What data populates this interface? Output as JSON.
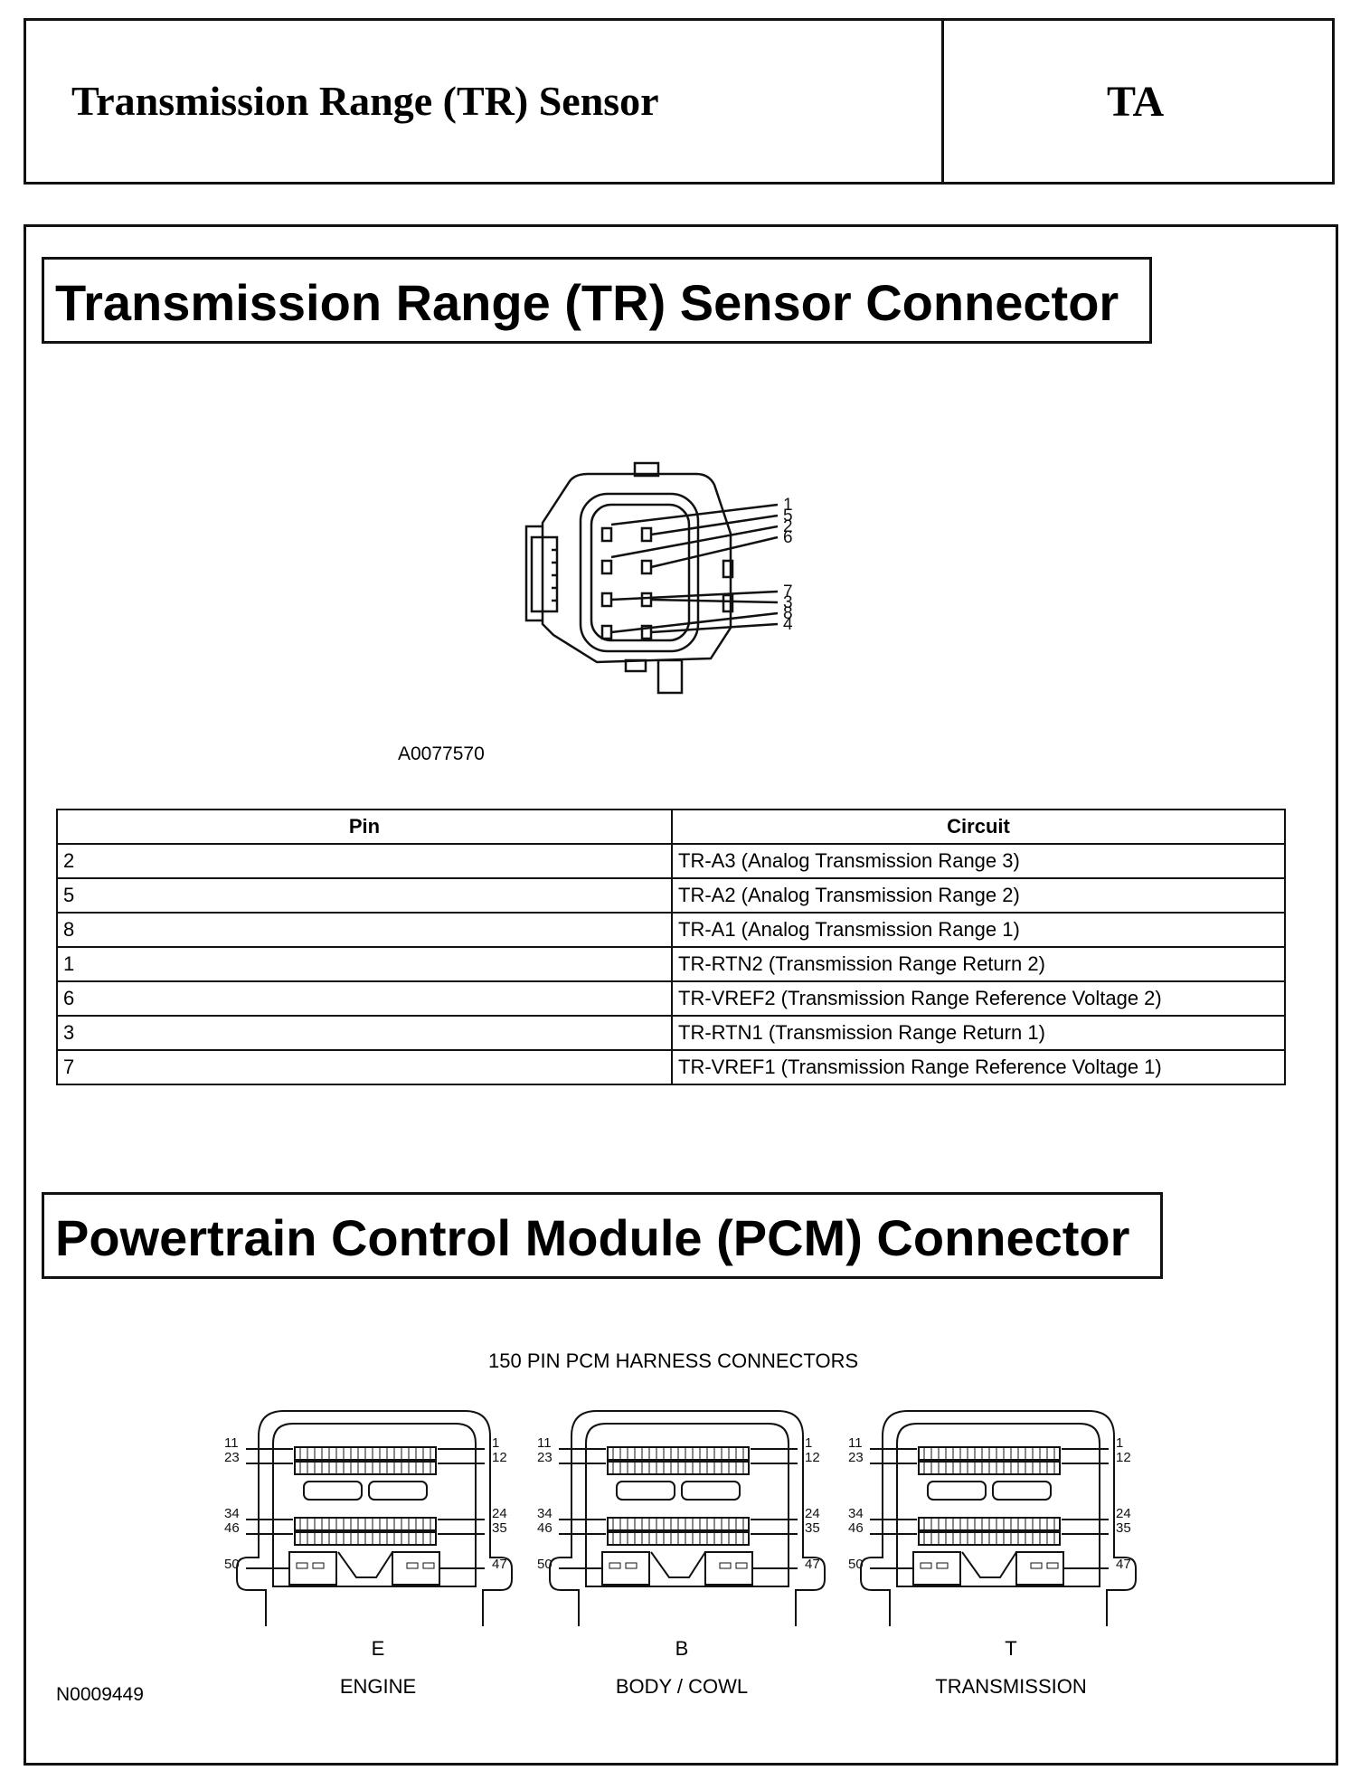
{
  "header": {
    "title": "Transmission Range (TR) Sensor",
    "code": "TA"
  },
  "tr_section": {
    "heading": "Transmission Range (TR) Sensor Connector",
    "figure_id": "A0077570",
    "connector_pin_callouts": [
      "1",
      "5",
      "2",
      "6",
      "7",
      "3",
      "8",
      "4"
    ],
    "table": {
      "headers": [
        "Pin",
        "Circuit"
      ],
      "rows": [
        {
          "pin": "2",
          "circuit": "TR-A3 (Analog Transmission Range 3)"
        },
        {
          "pin": "5",
          "circuit": "TR-A2 (Analog Transmission Range 2)"
        },
        {
          "pin": "8",
          "circuit": "TR-A1 (Analog Transmission Range 1)"
        },
        {
          "pin": "1",
          "circuit": "TR-RTN2 (Transmission Range Return 2)"
        },
        {
          "pin": "6",
          "circuit": "TR-VREF2 (Transmission Range Reference Voltage 2)"
        },
        {
          "pin": "3",
          "circuit": "TR-RTN1 (Transmission Range Return 1)"
        },
        {
          "pin": "7",
          "circuit": "TR-VREF1 (Transmission Range Reference Voltage 1)"
        }
      ]
    }
  },
  "pcm_section": {
    "heading": "Powertrain Control Module (PCM) Connector",
    "caption": "150 PIN PCM HARNESS CONNECTORS",
    "figure_id": "N0009449",
    "pin_labels": {
      "left": [
        "11",
        "23",
        "34",
        "46",
        "50"
      ],
      "right": [
        "1",
        "12",
        "24",
        "35",
        "47"
      ]
    },
    "connectors": [
      {
        "letter": "E",
        "name": "ENGINE"
      },
      {
        "letter": "B",
        "name": "BODY / COWL"
      },
      {
        "letter": "T",
        "name": "TRANSMISSION"
      }
    ]
  }
}
